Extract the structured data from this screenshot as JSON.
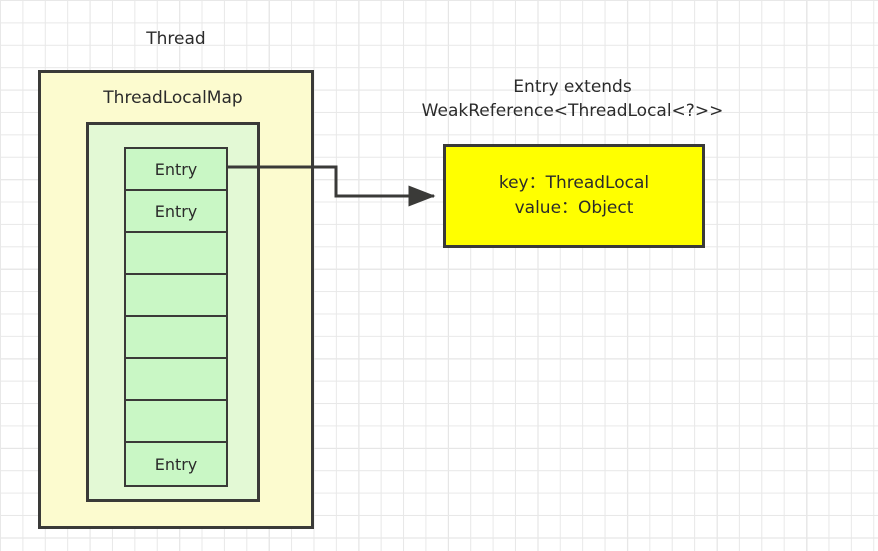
{
  "diagram": {
    "title_thread": "Thread",
    "title_threadlocalmap": "ThreadLocalMap",
    "entry_extends_line1": "Entry extends",
    "entry_extends_line2": "WeakReference<ThreadLocal<?>>",
    "entry_extends_full": "Entry extends WeakReference<ThreadLocal<?>>",
    "entry_table": [
      {
        "label": "Entry",
        "filled": true
      },
      {
        "label": "Entry",
        "filled": true
      },
      {
        "label": "",
        "filled": false
      },
      {
        "label": "",
        "filled": false
      },
      {
        "label": "",
        "filled": false
      },
      {
        "label": "",
        "filled": false
      },
      {
        "label": "",
        "filled": false
      },
      {
        "label": "Entry",
        "filled": true
      }
    ],
    "entry_object": {
      "key_line": "key：ThreadLocal",
      "value_line": "value：Object"
    },
    "connector": {
      "name": "entry-to-entry-object-arrow",
      "from": "entry-cell-0",
      "to": "entry-object"
    },
    "colors": {
      "thread_box_fill": "#fcfbcf",
      "threadlocalmap_box_fill": "#e3f9d5",
      "entry_cell_fill": "#c9f7c5",
      "entry_object_fill": "#ffff00",
      "border": "#3a3a38",
      "grid_minor": "#e8e8e8",
      "grid_major": "#d8d8d8",
      "text": "#2b2b2b"
    }
  }
}
